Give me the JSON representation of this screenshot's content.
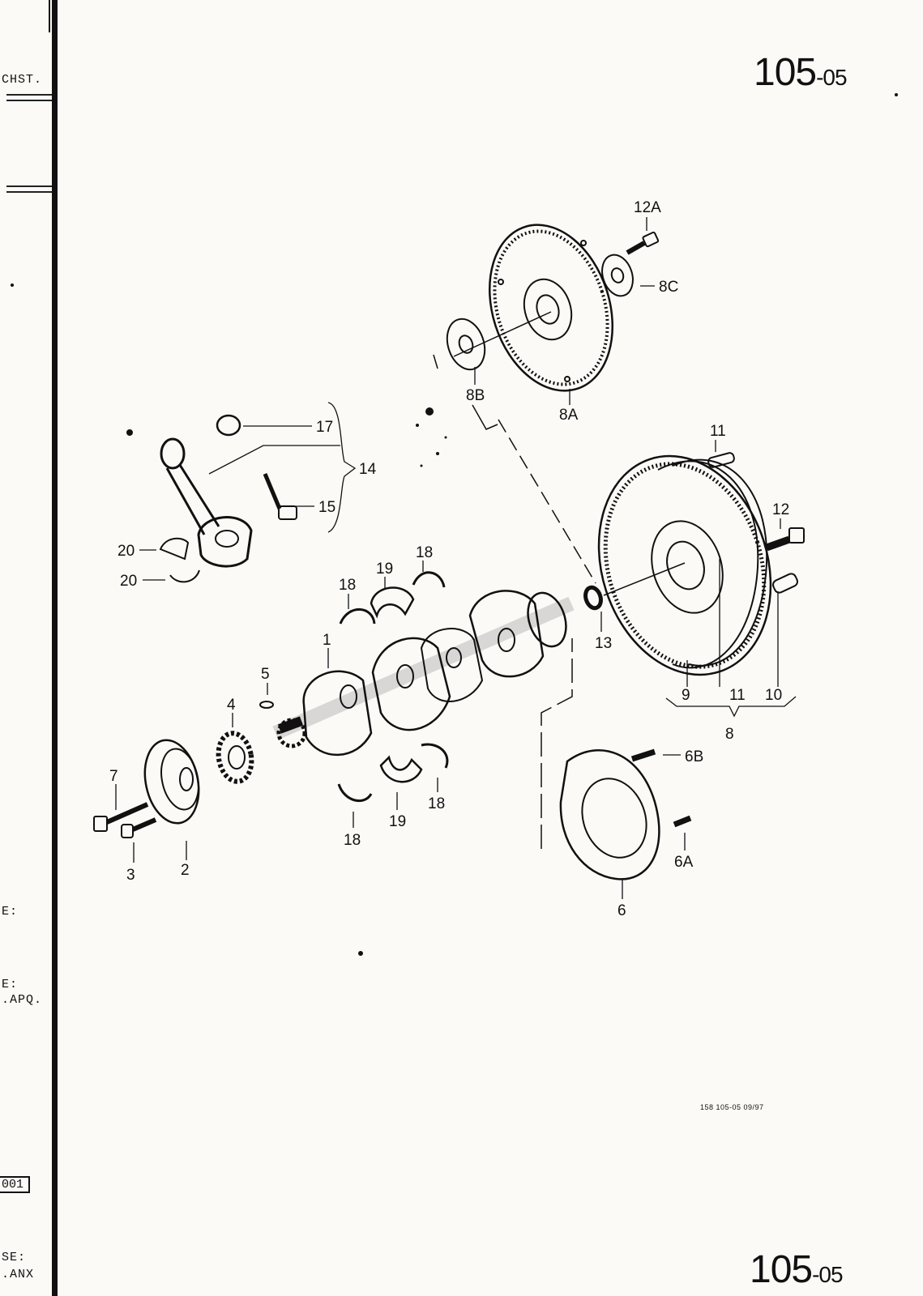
{
  "header": {
    "page_number_main": "105",
    "page_number_sub": "-05"
  },
  "footer": {
    "page_number_main": "105",
    "page_number_sub": "-05",
    "reference": "158   105-05   09/97"
  },
  "margin": {
    "top_label": "CHST.",
    "label_e1": "E:",
    "label_e2": "E:",
    "label_apq": ".APQ.",
    "code_box": "001",
    "label_se": "SE:",
    "label_anx": ".ANX"
  },
  "callouts": {
    "c12A": "12A",
    "c8C": "8C",
    "c8B": "8B",
    "c8A": "8A",
    "c17": "17",
    "c14": "14",
    "c15": "15",
    "c11a": "11",
    "c12": "12",
    "c20a": "20",
    "c20b": "20",
    "c18a": "18",
    "c19a": "19",
    "c18b": "18",
    "c1": "1",
    "c13": "13",
    "c5": "5",
    "c4": "4",
    "c9": "9",
    "c11b": "11",
    "c10": "10",
    "c8": "8",
    "c6B": "6B",
    "c7": "7",
    "c19b": "19",
    "c18c": "18",
    "c18d": "18",
    "c6A": "6A",
    "c3": "3",
    "c2": "2",
    "c6": "6"
  },
  "colors": {
    "ink": "#111111",
    "paper": "#fbfaf7"
  }
}
